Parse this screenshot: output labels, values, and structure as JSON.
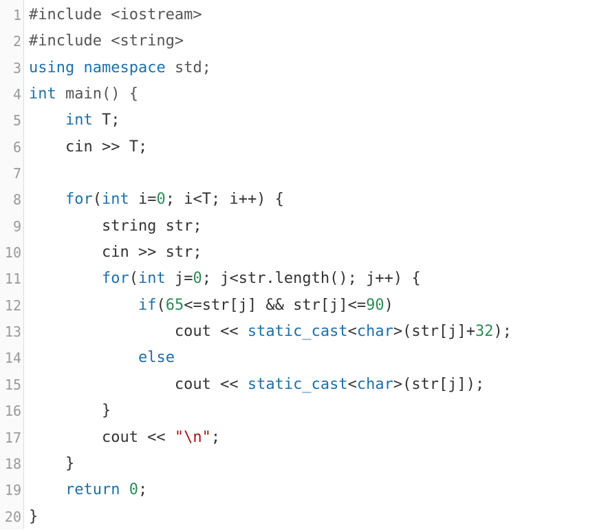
{
  "lines": [
    {
      "num": "1",
      "tokens": [
        {
          "t": "#include <iostream>",
          "c": "pre"
        }
      ]
    },
    {
      "num": "2",
      "tokens": [
        {
          "t": "#include <string>",
          "c": "pre"
        }
      ]
    },
    {
      "num": "3",
      "tokens": [
        {
          "t": "using",
          "c": "kw"
        },
        {
          "t": " ",
          "c": "plain"
        },
        {
          "t": "namespace",
          "c": "kw"
        },
        {
          "t": " std;",
          "c": "pre"
        }
      ]
    },
    {
      "num": "4",
      "tokens": [
        {
          "t": "int",
          "c": "kw"
        },
        {
          "t": " main() {",
          "c": "pre"
        }
      ]
    },
    {
      "num": "5",
      "tokens": [
        {
          "t": "    ",
          "c": "plain"
        },
        {
          "t": "int",
          "c": "kw"
        },
        {
          "t": " T;",
          "c": "plain"
        }
      ]
    },
    {
      "num": "6",
      "tokens": [
        {
          "t": "    cin >> T;",
          "c": "plain"
        }
      ]
    },
    {
      "num": "7",
      "tokens": [
        {
          "t": "",
          "c": "plain"
        }
      ]
    },
    {
      "num": "8",
      "tokens": [
        {
          "t": "    ",
          "c": "plain"
        },
        {
          "t": "for",
          "c": "kw"
        },
        {
          "t": "(",
          "c": "plain"
        },
        {
          "t": "int",
          "c": "kw"
        },
        {
          "t": " i=",
          "c": "plain"
        },
        {
          "t": "0",
          "c": "num"
        },
        {
          "t": "; i<T; i++) {",
          "c": "plain"
        }
      ]
    },
    {
      "num": "9",
      "tokens": [
        {
          "t": "        string str;",
          "c": "plain"
        }
      ]
    },
    {
      "num": "10",
      "tokens": [
        {
          "t": "        cin >> str;",
          "c": "plain"
        }
      ]
    },
    {
      "num": "11",
      "tokens": [
        {
          "t": "        ",
          "c": "plain"
        },
        {
          "t": "for",
          "c": "kw"
        },
        {
          "t": "(",
          "c": "plain"
        },
        {
          "t": "int",
          "c": "kw"
        },
        {
          "t": " j=",
          "c": "plain"
        },
        {
          "t": "0",
          "c": "num"
        },
        {
          "t": "; j<str.length(); j++) {",
          "c": "plain"
        }
      ]
    },
    {
      "num": "12",
      "tokens": [
        {
          "t": "            ",
          "c": "plain"
        },
        {
          "t": "if",
          "c": "kw"
        },
        {
          "t": "(",
          "c": "plain"
        },
        {
          "t": "65",
          "c": "num"
        },
        {
          "t": "<=str[j] && str[j]<=",
          "c": "plain"
        },
        {
          "t": "90",
          "c": "num"
        },
        {
          "t": ")",
          "c": "plain"
        }
      ]
    },
    {
      "num": "13",
      "tokens": [
        {
          "t": "                cout << ",
          "c": "plain"
        },
        {
          "t": "static_cast",
          "c": "kw"
        },
        {
          "t": "<",
          "c": "plain"
        },
        {
          "t": "char",
          "c": "kw"
        },
        {
          "t": ">(str[j]+",
          "c": "plain"
        },
        {
          "t": "32",
          "c": "num"
        },
        {
          "t": ");",
          "c": "plain"
        }
      ]
    },
    {
      "num": "14",
      "tokens": [
        {
          "t": "            ",
          "c": "plain"
        },
        {
          "t": "else",
          "c": "kw"
        }
      ]
    },
    {
      "num": "15",
      "tokens": [
        {
          "t": "                cout << ",
          "c": "plain"
        },
        {
          "t": "static_cast",
          "c": "kw"
        },
        {
          "t": "<",
          "c": "plain"
        },
        {
          "t": "char",
          "c": "kw"
        },
        {
          "t": ">(str[j]);",
          "c": "plain"
        }
      ]
    },
    {
      "num": "16",
      "tokens": [
        {
          "t": "        }",
          "c": "plain"
        }
      ]
    },
    {
      "num": "17",
      "tokens": [
        {
          "t": "        cout << ",
          "c": "plain"
        },
        {
          "t": "\"\\n\"",
          "c": "str"
        },
        {
          "t": ";",
          "c": "plain"
        }
      ]
    },
    {
      "num": "18",
      "tokens": [
        {
          "t": "    }",
          "c": "plain"
        }
      ]
    },
    {
      "num": "19",
      "tokens": [
        {
          "t": "    ",
          "c": "plain"
        },
        {
          "t": "return",
          "c": "kw"
        },
        {
          "t": " ",
          "c": "plain"
        },
        {
          "t": "0",
          "c": "num"
        },
        {
          "t": ";",
          "c": "plain"
        }
      ]
    },
    {
      "num": "20",
      "tokens": [
        {
          "t": "}",
          "c": "plain"
        }
      ]
    }
  ],
  "colors": {
    "keyword": "#1f6fa8",
    "number": "#2e8b57",
    "string": "#a31515",
    "text": "#333333",
    "line_number": "#999999",
    "gutter_background": "#fafafa",
    "gutter_border": "#dddddd"
  }
}
